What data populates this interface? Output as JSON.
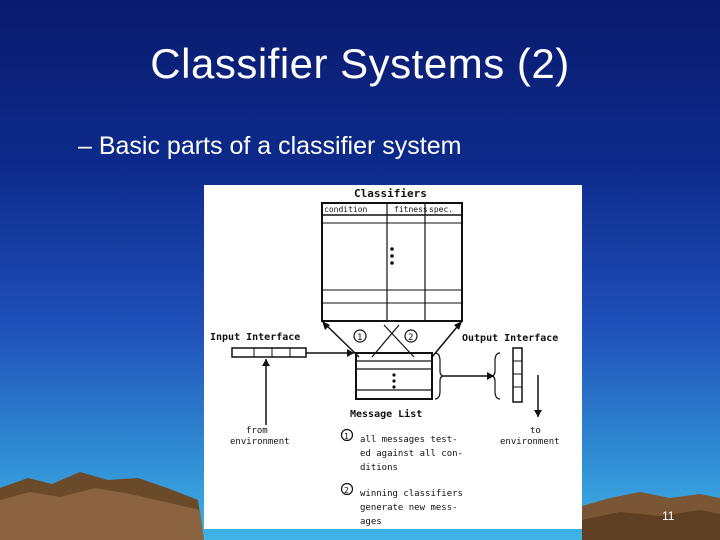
{
  "slide": {
    "title": "Classifier Systems (2)",
    "bullet": "– Basic parts of a classifier system",
    "page_number": "11"
  },
  "figure": {
    "classifiers_label": "Classifiers",
    "columns": [
      "condition",
      "fitness",
      "spec."
    ],
    "input_interface_label": "Input Interface",
    "output_interface_label": "Output Interface",
    "message_list_label": "Message List",
    "from_environment": [
      "from",
      "environment"
    ],
    "to_environment": [
      "to",
      "environment"
    ],
    "step_markers": [
      "1",
      "2"
    ],
    "legend": [
      {
        "marker": "1",
        "lines": [
          "all messages test-",
          "ed against all con-",
          "ditions"
        ]
      },
      {
        "marker": "2",
        "lines": [
          "winning classifiers",
          "generate new mess-",
          "ages"
        ]
      }
    ]
  }
}
